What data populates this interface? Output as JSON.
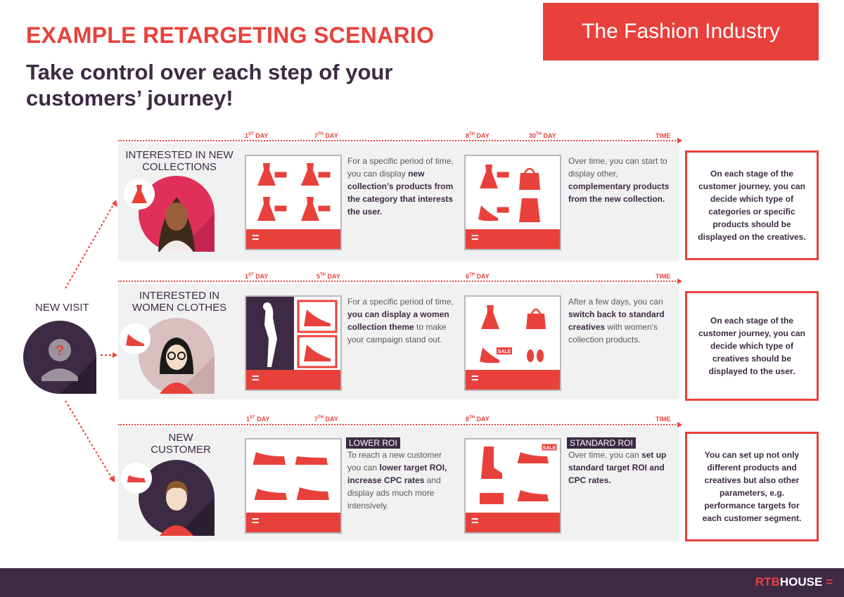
{
  "header": {
    "title": "EXAMPLE RETARGETING SCENARIO",
    "subtitle": "Take control over each step of your customers’ journey!",
    "banner": "The Fashion Industry"
  },
  "new_visit_label": "NEW VISIT",
  "rows": [
    {
      "segment": "INTERESTED IN NEW COLLECTIONS",
      "days": [
        "1",
        "ST",
        "DAY",
        "7",
        "TH",
        "DAY",
        "8",
        "TH",
        "DAY",
        "30",
        "TH",
        "DAY"
      ],
      "time": "TIME",
      "desc1_plain": "For a specific period of time, you can display ",
      "desc1_bold": "new collection’s products from the category that interests the user.",
      "desc2_plain": "Over time, you can start to display other, ",
      "desc2_bold": "complementary products from the new collection.",
      "box": "On each stage of the customer journey, you can decide which type of categories or specific products should be displayed on the creatives."
    },
    {
      "segment": "INTERESTED IN WOMEN CLOTHES",
      "days": [
        "1",
        "ST",
        "DAY",
        "5",
        "TH",
        "DAY",
        "6",
        "TH",
        "DAY"
      ],
      "time": "TIME",
      "desc1_plain_a": "For a specific period of time, ",
      "desc1_bold": "you can display a women collection theme",
      "desc1_plain_b": " to make your campaign stand out.",
      "desc2_plain_a": "After a few days, you can ",
      "desc2_bold": "switch back to standard creatives",
      "desc2_plain_b": " with women's collection products.",
      "box": "On each stage of the customer journey, you can decide which type of creatives should be displayed to the user."
    },
    {
      "segment": "NEW CUSTOMER",
      "days": [
        "1",
        "ST",
        "DAY",
        "7",
        "TH",
        "DAY",
        "8",
        "TH",
        "DAY"
      ],
      "time": "TIME",
      "tag1": "LOWER ROI",
      "desc1_plain_a": "To reach a new customer you can ",
      "desc1_bold": "lower target ROI, increase CPC rates",
      "desc1_plain_b": " and display ads much more intensively.",
      "tag2": "STANDARD ROI",
      "desc2_plain": "Over time, you can ",
      "desc2_bold": "set up standard target ROI and CPC rates.",
      "box": "You can set up not only different products and creatives but also other parameters, e.g. performance targets for each customer segment."
    }
  ],
  "sale_tag": "SALE",
  "footer": {
    "logo_a": "RTB",
    "logo_b": "HOUSE",
    "logo_mark": "="
  },
  "colors": {
    "accent": "#e8413b",
    "dark": "#3d2a44",
    "panel": "#f1f1f2"
  }
}
